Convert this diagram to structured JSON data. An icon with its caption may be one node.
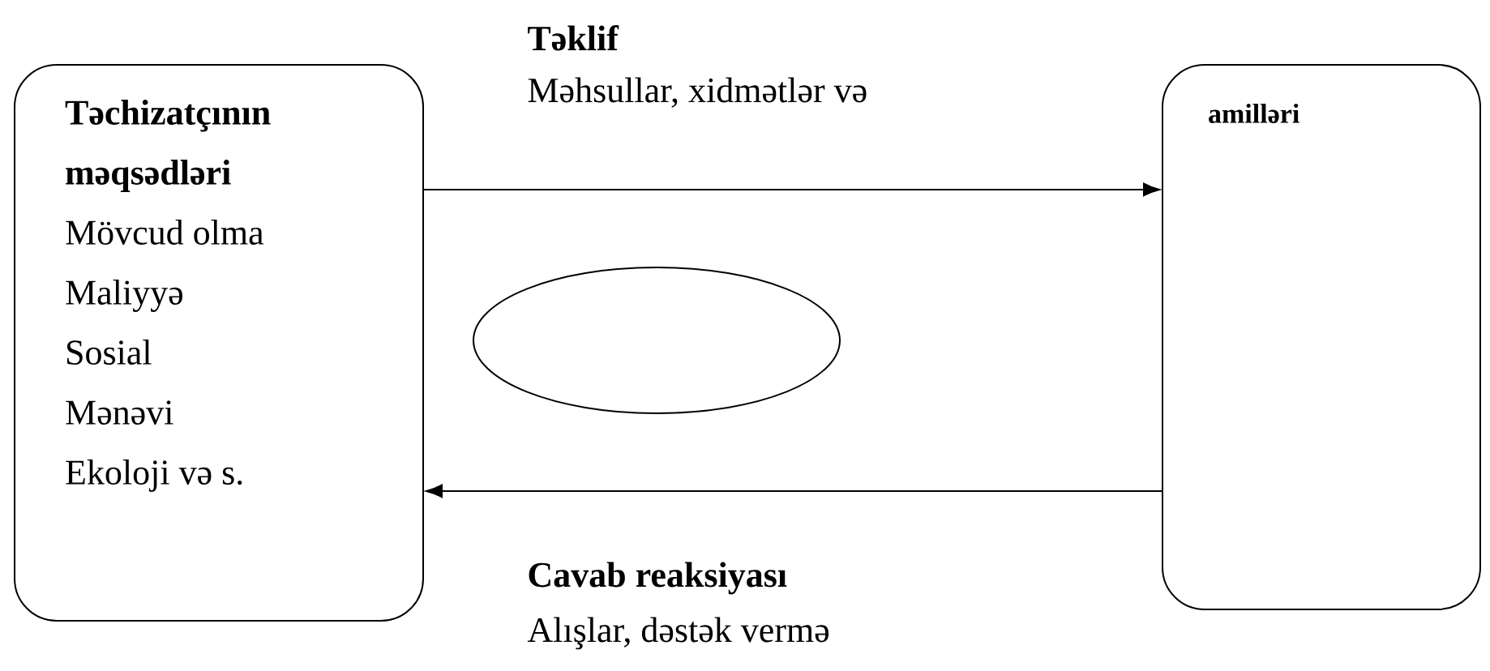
{
  "diagram": {
    "nodes": [
      {
        "text": [
          "Təchizatçının məqsədləri",
          "Mövcud olma",
          "Maliyyə",
          "Sosial",
          "Mənəvi",
          "Ekoloji və s."
        ]
      },
      {
        "text": [],
        "shape": "ellipse"
      },
      {
        "text": [
          "amilləri"
        ]
      }
    ],
    "edges": [
      {
        "from": 0,
        "to": 2,
        "arrow": "to"
      },
      {
        "from": 2,
        "to": 0,
        "arrow": "to"
      }
    ],
    "labels": [
      "Təklif",
      "Məhsullar, xidmətlər və",
      "Cavab reaksiyası",
      "Alışlar, dəstək vermə"
    ]
  }
}
